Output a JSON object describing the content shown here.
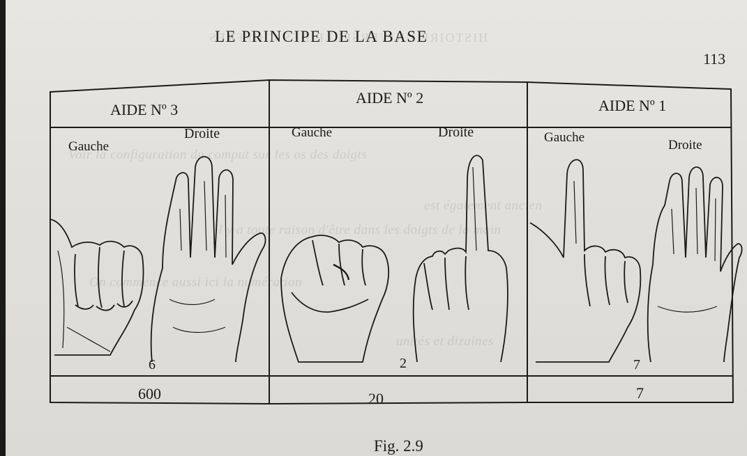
{
  "page": {
    "running_title": "LE PRINCIPE DE LA BASE",
    "page_number": "113",
    "figure_caption": "Fig.  2.9"
  },
  "figure": {
    "panels": [
      {
        "title": "AIDE Nº 3",
        "left_hand_label": "Gauche",
        "right_hand_label": "Droite",
        "fingers_up_value": "6",
        "total_value": "600"
      },
      {
        "title": "AIDE Nº 2",
        "left_hand_label": "Gauche",
        "right_hand_label": "Droite",
        "fingers_up_value": "2",
        "total_value": "20"
      },
      {
        "title": "AIDE Nº 1",
        "left_hand_label": "Gauche",
        "right_hand_label": "Droite",
        "fingers_up_value": "7",
        "total_value": "7"
      }
    ]
  },
  "show_through": [
    "HISTOIRE UNIVERSELLE DES CHIFFRES",
    "Voir la configuration du comput sur les os des doigts",
    "est également ancien",
    "il y a toute raison d'être dans les doigts de la main",
    "On commence aussi ici la numération",
    "unités et dizaines"
  ],
  "colors": {
    "ink": "#1b1a17",
    "paper": "#e4e2de",
    "background": "#1a1a1a"
  }
}
